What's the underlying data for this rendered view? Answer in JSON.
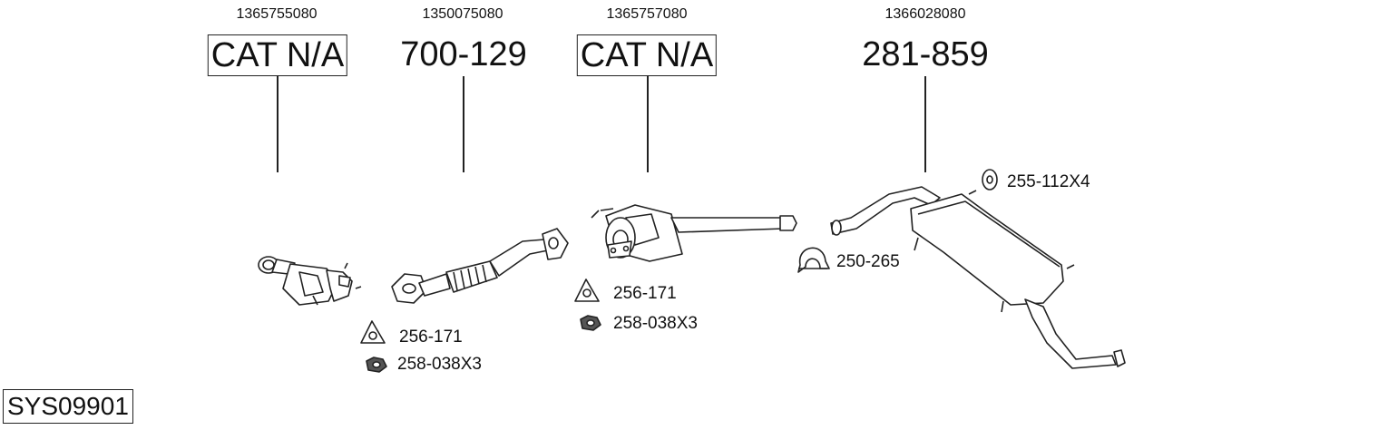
{
  "parts": [
    {
      "oem": "1365755080",
      "label": "CAT N/A",
      "boxed": true
    },
    {
      "oem": "1350075080",
      "label": "700-129",
      "boxed": false
    },
    {
      "oem": "1365757080",
      "label": "CAT N/A",
      "boxed": true
    },
    {
      "oem": "1366028080",
      "label": "281-859",
      "boxed": false
    }
  ],
  "accessories": {
    "gasket_1": "256-171",
    "nut_1": "258-038X3",
    "gasket_2": "256-171",
    "nut_2": "258-038X3",
    "clamp": "250-265",
    "rubber_hanger": "255-112X4"
  },
  "system_code": "SYS09901"
}
